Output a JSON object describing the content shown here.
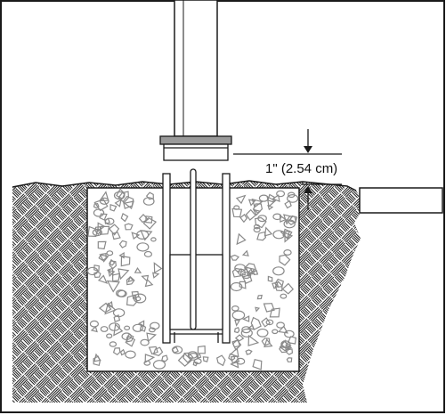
{
  "figure": {
    "dimension_label": "1\" (2.54 cm)"
  },
  "colors": {
    "line": "#1a1a1a",
    "aggregate": "#8a8a8a",
    "background": "#ffffff",
    "flange": "#9a9a9a"
  },
  "parts": [
    "pole",
    "pole-base-flange",
    "anchor-sleeve",
    "concrete-footing",
    "ground-soil",
    "adjacent-slab",
    "dimension-indicator"
  ]
}
